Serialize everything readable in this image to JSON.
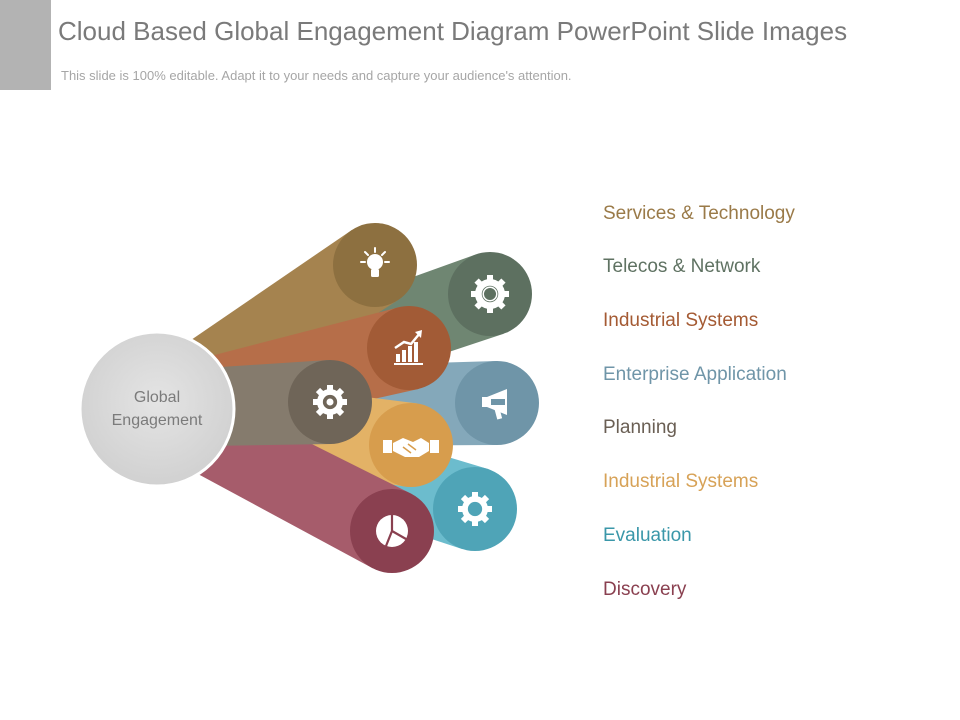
{
  "header": {
    "title": "Cloud Based Global Engagement Diagram PowerPoint Slide Images",
    "subtitle": "This slide is 100% editable. Adapt it to your needs and capture your audience's attention."
  },
  "diagram": {
    "center_label": "Global Engagement",
    "colors": {
      "center_fill": "#d9d9d9",
      "center_stroke": "#ffffff",
      "accent_block": "#b3b3b3"
    },
    "spokes": [
      {
        "icon": "lightbulb-icon",
        "color": "#8d7040",
        "tube": "#a5834f"
      },
      {
        "icon": "gear-icon",
        "color": "#5d7060",
        "tube": "#6f8672"
      },
      {
        "icon": "growth-chart-icon",
        "color": "#a25b36",
        "tube": "#b66e49"
      },
      {
        "icon": "megaphone-icon",
        "color": "#6f95a8",
        "tube": "#84a8ba"
      },
      {
        "icon": "target-gear-icon",
        "color": "#6f6558",
        "tube": "#857b6d"
      },
      {
        "icon": "handshake-icon",
        "color": "#d79d4d",
        "tube": "#e3b266"
      },
      {
        "icon": "cog-icon",
        "color": "#4fa4b7",
        "tube": "#6cbccd"
      },
      {
        "icon": "pie-chart-icon",
        "color": "#8a4050",
        "tube": "#a65c6b"
      }
    ]
  },
  "legend": [
    {
      "label": "Services & Technology",
      "color": "#9a7a48"
    },
    {
      "label": "Telecos & Network",
      "color": "#5f7262"
    },
    {
      "label": "Industrial Systems",
      "color": "#a45a33"
    },
    {
      "label": "Enterprise Application",
      "color": "#6f95a8"
    },
    {
      "label": "Planning",
      "color": "#6a5f54"
    },
    {
      "label": "Industrial Systems",
      "color": "#d7a257"
    },
    {
      "label": "Evaluation",
      "color": "#3a97a9"
    },
    {
      "label": "Discovery",
      "color": "#8a4050"
    }
  ]
}
